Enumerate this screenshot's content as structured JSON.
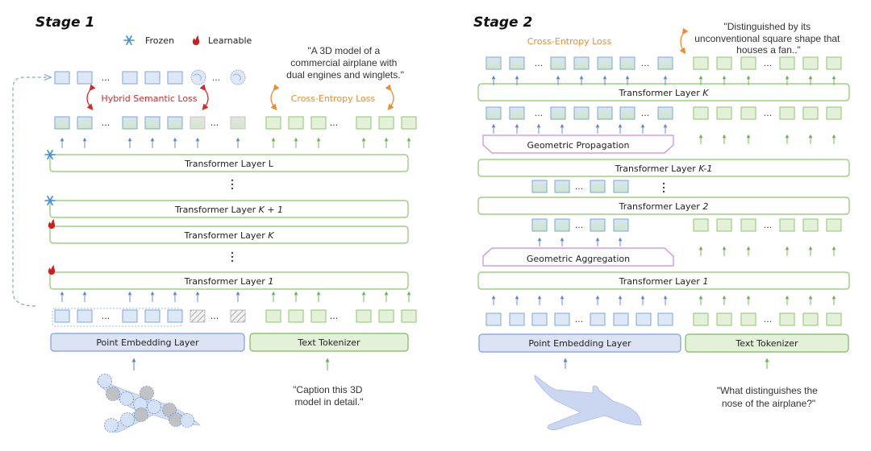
{
  "legend": {
    "frozen": "Frozen",
    "learnable": "Learnable"
  },
  "colors": {
    "blue_stroke": "#7ea6dc",
    "blue_fill": "#dce8f6",
    "green_stroke": "#8cc66b",
    "green_fill": "#e3f1d8",
    "purple": "#c58ce0",
    "loss_red": "#d42a2a",
    "loss_orange": "#f08c2e",
    "frozen_icon": "#3a8fd8",
    "learnable_icon": "#cc1f1f"
  },
  "stage1": {
    "title": "Stage 1",
    "output_caption": "\"A 3D model of a commercial airplane with dual engines and winglets.\"",
    "output_caption_lines": [
      "\"A 3D model of a",
      "commercial airplane with",
      "dual engines and winglets.\""
    ],
    "hybrid_loss": "Hybrid Semantic Loss",
    "ce_loss": "Cross-Entropy Loss",
    "layers": [
      {
        "name": "Transformer Layer L",
        "prefix": "Transformer Layer ",
        "suffix": "L",
        "state": "frozen"
      },
      {
        "name": "Transformer Layer K + 1",
        "prefix": "Transformer Layer ",
        "suffix": "K + 1",
        "state": "frozen"
      },
      {
        "name": "Transformer Layer K",
        "prefix": "Transformer Layer ",
        "suffix": "K",
        "state": "learnable"
      },
      {
        "name": "Transformer Layer 1",
        "prefix": "Transformer Layer ",
        "suffix": "1",
        "state": "learnable"
      }
    ],
    "point_embedding": "Point Embedding Layer",
    "text_tokenizer": "Text Tokenizer",
    "input_prompt": "\"Caption this 3D model in detail.\"",
    "input_prompt_lines": [
      "\"Caption this 3D",
      "model in detail.\""
    ],
    "ellipsis": "..."
  },
  "stage2": {
    "title": "Stage 2",
    "output_caption": "\"Distinguished by its unconventional square shape that houses a fan..\"",
    "output_caption_lines": [
      "\"Distinguished by its",
      "unconventional square shape that",
      "houses a fan..\""
    ],
    "ce_loss": "Cross-Entropy Loss",
    "layers": [
      {
        "name": "Transformer Layer K",
        "prefix": "Transformer Layer ",
        "suffix": "K"
      },
      {
        "name": "Transformer Layer K-1",
        "prefix": "Transformer Layer ",
        "suffix": "K-1"
      },
      {
        "name": "Transformer Layer 2",
        "prefix": "Transformer Layer ",
        "suffix": "2"
      },
      {
        "name": "Transformer Layer 1",
        "prefix": "Transformer Layer ",
        "suffix": "1"
      }
    ],
    "geometric_propagation": "Geometric Propagation",
    "geometric_aggregation": "Geometric Aggregation",
    "point_embedding": "Point Embedding Layer",
    "text_tokenizer": "Text Tokenizer",
    "input_prompt": "\"What distinguishes the nose of the airplane?\"",
    "input_prompt_lines": [
      "\"What distinguishes the",
      "nose of the airplane?\""
    ],
    "ellipsis": "..."
  }
}
